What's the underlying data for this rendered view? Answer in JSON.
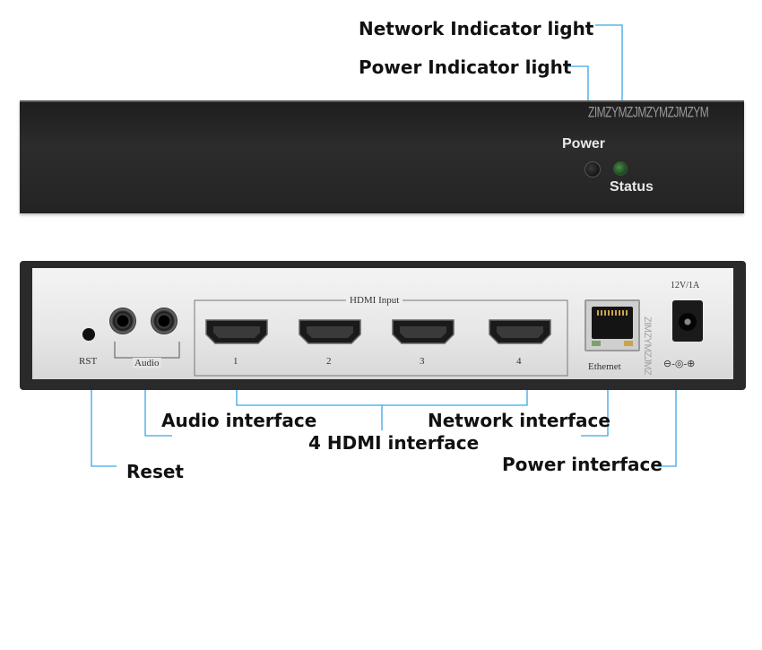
{
  "callouts": {
    "network_indicator": "Network Indicator light",
    "power_indicator": "Power Indicator light",
    "audio_interface": "Audio interface",
    "network_interface": "Network interface",
    "hdmi_interface": "4 HDMI interface",
    "reset": "Reset",
    "power_interface": "Power interface"
  },
  "front_panel": {
    "power_label": "Power",
    "status_label": "Status",
    "watermark": "ZIMZYMZJMZYMZJMZYM"
  },
  "back_panel": {
    "rst_label": "RST",
    "audio_label": "Audio",
    "hdmi_group_label": "HDMI Input",
    "hdmi_ports": [
      "1",
      "2",
      "3",
      "4"
    ],
    "ethernet_label": "Ethemet",
    "power_rating": "12V/1A",
    "polarity_symbol": "⊖-◎-⊕",
    "side_watermark": "ZIMZYMZJMZ"
  },
  "colors": {
    "leader_line": "#39a6e8",
    "dot": "#39a6e8"
  }
}
